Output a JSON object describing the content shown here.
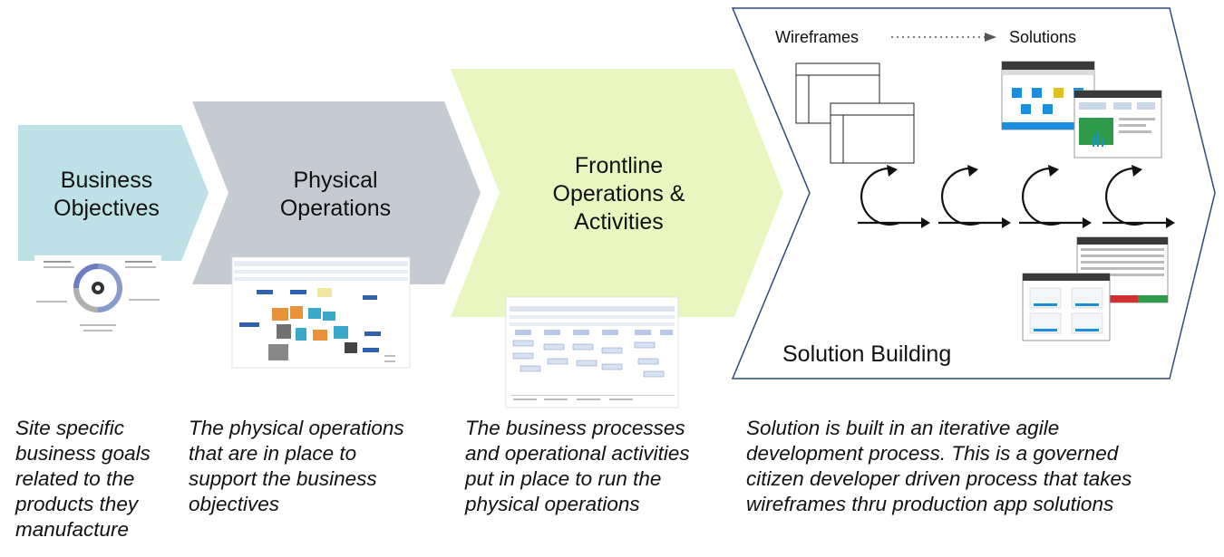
{
  "stages": [
    {
      "title_line1": "Business",
      "title_line2": "Objectives",
      "title_line3": ""
    },
    {
      "title_line1": "Physical",
      "title_line2": "Operations",
      "title_line3": ""
    },
    {
      "title_line1": "Frontline",
      "title_line2": "Operations &",
      "title_line3": "Activities"
    },
    {
      "title": "Solution Building"
    }
  ],
  "solution_flow": {
    "from": "Wireframes",
    "to": "Solutions"
  },
  "captions": [
    "Site specific\nbusiness goals\nrelated to the\nproducts they\nmanufacture",
    "The physical operations\nthat are in place to\nsupport the business\nobjectives",
    "The business processes\nand operational activities\nput in place to run the\nphysical operations",
    "Solution is built in an iterative agile\ndevelopment process. This is a governed\ncitizen developer driven process that takes\nwireframes thru production app solutions"
  ],
  "colors": {
    "stage1": "#bde1e6",
    "stage2": "#c6cad3",
    "stage3": "#eaf6c0",
    "stage4_border": "#2f4a78",
    "app_blue": "#1a8fe0",
    "app_green": "#2e9a4a"
  },
  "thumbnail_icons": [
    "cycle-diagram-icon",
    "floor-plan-icon",
    "process-map-icon",
    "app-screen-icon"
  ]
}
